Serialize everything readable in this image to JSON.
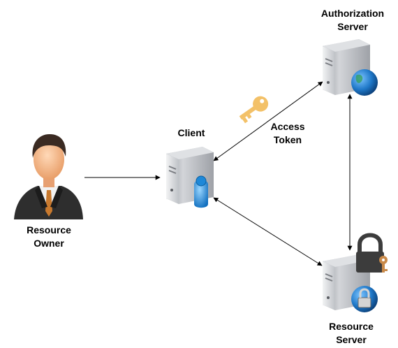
{
  "labels": {
    "authorization_server": [
      "Authorization",
      "Server"
    ],
    "client": "Client",
    "access_token": [
      "Access",
      "Token"
    ],
    "resource_owner": [
      "Resource",
      "Owner"
    ],
    "resource_server": [
      "Resource",
      "Server"
    ]
  },
  "icons": {
    "resource_owner": "businessman-icon",
    "client": "server-with-user-icon",
    "authorization_server": "server-with-globe-icon",
    "resource_server": "server-with-lock-icon",
    "access_token": "key-icon",
    "resource_protection": "padlock-with-key-icon"
  },
  "connections": [
    {
      "from": "resource_owner",
      "to": "client",
      "direction": "one-way"
    },
    {
      "from": "client",
      "to": "authorization_server",
      "direction": "two-way"
    },
    {
      "from": "client",
      "to": "resource_server",
      "direction": "two-way"
    },
    {
      "from": "authorization_server",
      "to": "resource_server",
      "direction": "two-way"
    }
  ],
  "colors": {
    "server_body": "#c9cbd0",
    "server_face": "#e7e8ea",
    "globe": "#1f78c8",
    "user_badge": "#1e88d8",
    "key": "#f3c168",
    "padlock": "#3c3c3c",
    "suit": "#2e2e2e",
    "skin": "#f5b98a"
  }
}
